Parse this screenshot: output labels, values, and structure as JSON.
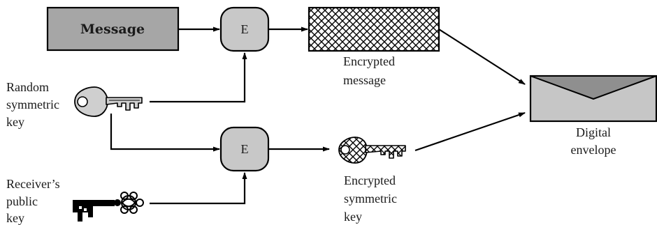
{
  "message_box": {
    "label": "Message"
  },
  "encrypt_top": {
    "label": "E"
  },
  "encrypt_bottom": {
    "label": "E"
  },
  "encrypted_message": {
    "line1": "Encrypted",
    "line2": "message"
  },
  "random_key": {
    "line1": "Random",
    "line2": "symmetric",
    "line3": "key"
  },
  "receiver_key": {
    "line1": "Receiver’s",
    "line2": "public",
    "line3": "key"
  },
  "encrypted_key": {
    "line1": "Encrypted",
    "line2": "symmetric",
    "line3": "key"
  },
  "envelope": {
    "line1": "Digital",
    "line2": "envelope"
  },
  "colors": {
    "box_fill": "#a6a6a6",
    "node_fill": "#c8c8c8",
    "envelope_body": "#c6c6c6",
    "envelope_flap": "#8f8f8f"
  }
}
